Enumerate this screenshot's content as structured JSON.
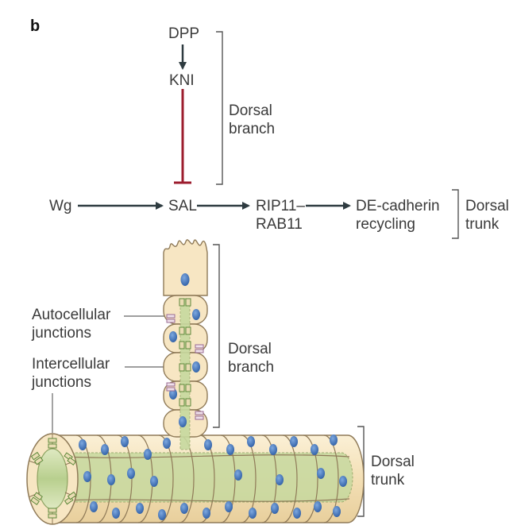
{
  "panel_label": "b",
  "pathway": {
    "dpp": "DPP",
    "kni": "KNI",
    "wg": "Wg",
    "sal": "SAL",
    "rip11_line1": "RIP11–",
    "rip11_line2": "RAB11",
    "decad_line1": "DE-cadherin",
    "decad_line2": "recycling",
    "bracket_branch_line1": "Dorsal",
    "bracket_branch_line2": "branch",
    "bracket_trunk_line1": "Dorsal",
    "bracket_trunk_line2": "trunk"
  },
  "illustration": {
    "auto_line1": "Autocellular",
    "auto_line2": "junctions",
    "inter_line1": "Intercellular",
    "inter_line2": "junctions",
    "branch_line1": "Dorsal",
    "branch_line2": "branch",
    "trunk_line1": "Dorsal",
    "trunk_line2": "trunk"
  },
  "colors": {
    "arrow": "#2e3b40",
    "inhibit": "#9c1d2e",
    "cell_fill": "#f7e6c3",
    "cell_stroke": "#8f7a58",
    "nucleus": "#3f72b8",
    "lumen": "#c9dba6",
    "junction_green": "#5f8a3c",
    "junction_purple": "#9a6b93",
    "bracket": "#555555"
  }
}
